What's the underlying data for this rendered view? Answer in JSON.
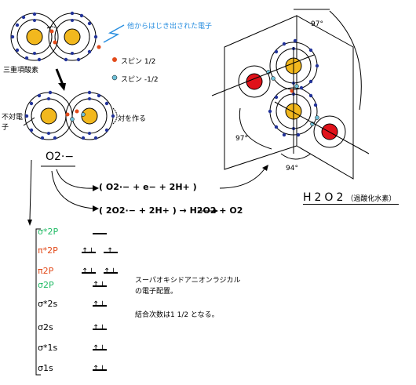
{
  "top": {
    "annotation": "他からはじき出された電子",
    "triplet_label": "三重項酸素",
    "spin_up_label": "スピン",
    "spin_up_value": "1/2",
    "spin_down_label": "スピン",
    "spin_down_value": "-1/2",
    "unpaired_label": "不対電子",
    "pair_label": "対を作る"
  },
  "reactions": {
    "superoxide": "O2·−",
    "r1": "( O2·− + e− + 2H+ )",
    "r2": "( 2O2·− + 2H+ ) → H2O2 + O2"
  },
  "h2o2": {
    "title": "H2O2",
    "subtitle": "（過酸化水素）",
    "angle_top": "97°",
    "angle_left": "97°",
    "angle_bottom": "94°"
  },
  "mo_diagram": {
    "levels": [
      {
        "label": "σ*2P",
        "color": "#22bb66"
      },
      {
        "label": "π*2P",
        "color": "#e24a1a"
      },
      {
        "label": "π2P",
        "color": "#e24a1a"
      },
      {
        "label": "σ2P",
        "color": "#22bb66"
      },
      {
        "label": "σ*2s",
        "color": "#000000"
      },
      {
        "label": "σ2s",
        "color": "#000000"
      },
      {
        "label": "σ*1s",
        "color": "#000000"
      },
      {
        "label": "σ1s",
        "color": "#000000"
      }
    ],
    "description1": "スーパオキシドアニオンラジカル",
    "description2": "の電子配置。",
    "bond_order": "結合次数は1 1/2 となる。"
  }
}
